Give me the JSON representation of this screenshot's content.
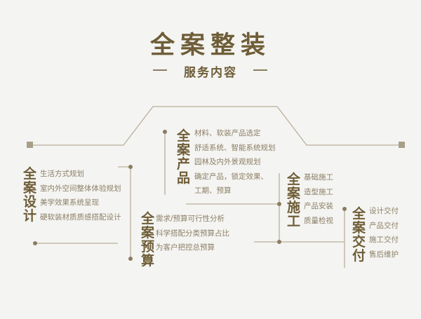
{
  "header": {
    "title": "全案整装",
    "subtitle": "服务内容"
  },
  "colors": {
    "accent": "#6e5d37",
    "line": "#b9af9a",
    "background": "#f4f4f2",
    "text": "#8c7f66"
  },
  "groups": {
    "design": {
      "title": "全案设计",
      "items": [
        "生活方式规划",
        "室内外空间整体体验规划",
        "美学效果系统呈现",
        "硬软装材质质感搭配设计"
      ]
    },
    "product": {
      "title": "全案产品",
      "items": [
        "材料、软装产品选定",
        "舒适系统、智能系统规划",
        "园林及内外景观规划",
        "确定产品，锁定效果、",
        "工期、预算"
      ]
    },
    "budget": {
      "title": "全案预算",
      "items": [
        "需求/预算可行性分析",
        "科学搭配分类预算占比",
        "为客户把控总预算"
      ]
    },
    "construction": {
      "title": "全案施工",
      "items": [
        "基础施工",
        "造型施工",
        "产品安装",
        "质量检视"
      ]
    },
    "delivery": {
      "title": "全案交付",
      "items": [
        "设计交付",
        "产品交付",
        "施工交付",
        "售后维护"
      ]
    }
  }
}
